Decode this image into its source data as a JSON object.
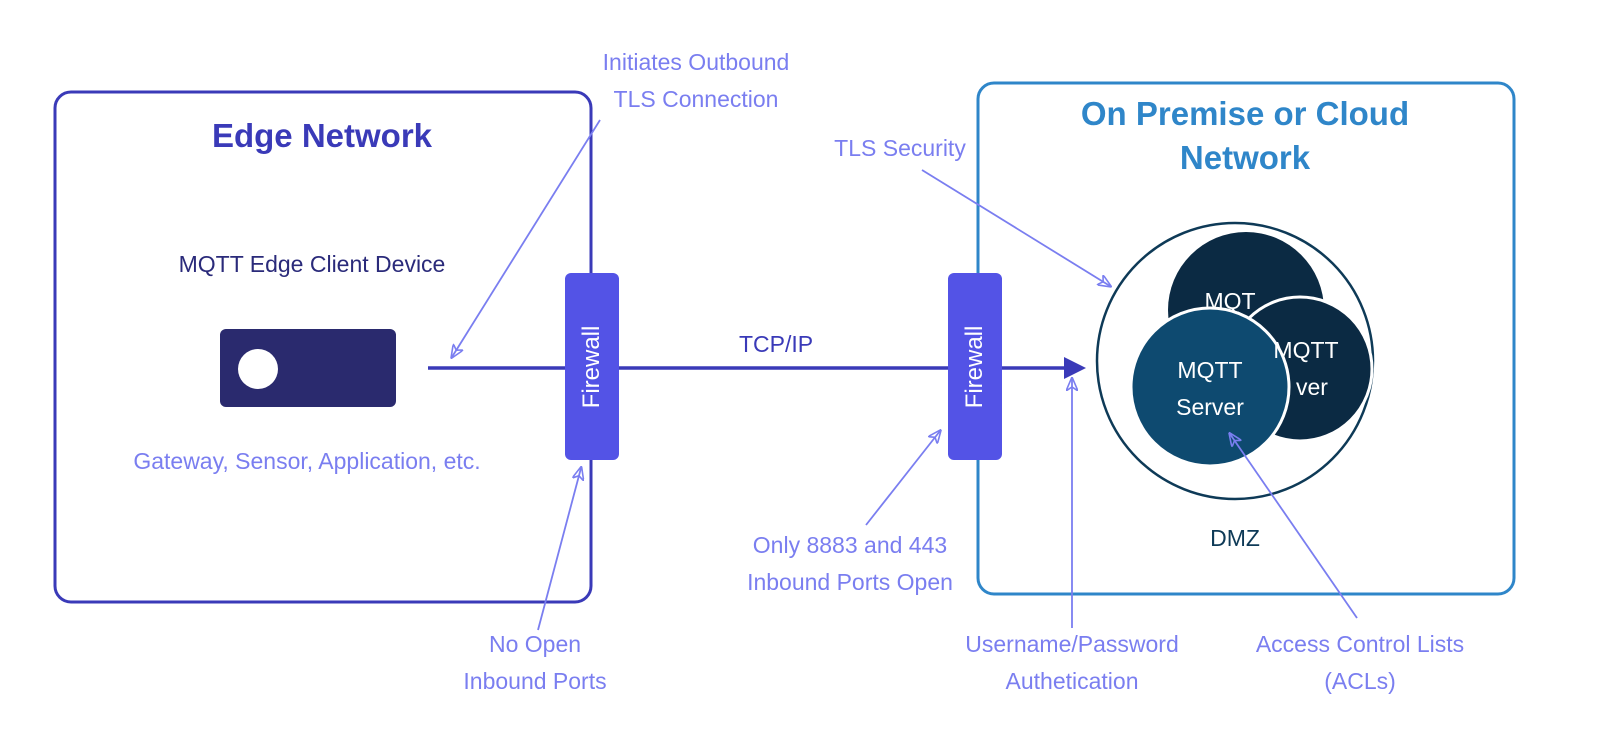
{
  "edge_network": {
    "title": "Edge Network",
    "device_title": "MQTT Edge Client Device",
    "device_caption": "Gateway, Sensor, Application, etc."
  },
  "cloud_network": {
    "title_line1": "On Premise or Cloud",
    "title_line2": "Network",
    "dmz_label": "DMZ",
    "server_front_line1": "MQTT",
    "server_front_line2": "Server",
    "server_mid_line1": "MQTT",
    "server_mid_line2": "ver",
    "server_back_label": "MQT"
  },
  "firewalls": {
    "left_label": "Firewall",
    "right_label": "Firewall"
  },
  "connection": {
    "label": "TCP/IP"
  },
  "annotations": {
    "outbound_line1": "Initiates Outbound",
    "outbound_line2": "TLS Connection",
    "tls_security": "TLS Security",
    "no_open_line1": "No Open",
    "no_open_line2": "Inbound Ports",
    "ports_line1": "Only 8883 and 443",
    "ports_line2": "Inbound Ports Open",
    "auth_line1": "Username/Password",
    "auth_line2": "Authetication",
    "acl_line1": "Access Control Lists",
    "acl_line2": "(ACLs)"
  },
  "colors": {
    "edge_border": "#3a3ab8",
    "cloud_border": "#2f86c9",
    "firewall": "#5353e6",
    "annotation": "#7a7ef0",
    "device": "#2a2a6e",
    "server_dark": "#0b2a43",
    "server_front": "#0e4a70"
  }
}
